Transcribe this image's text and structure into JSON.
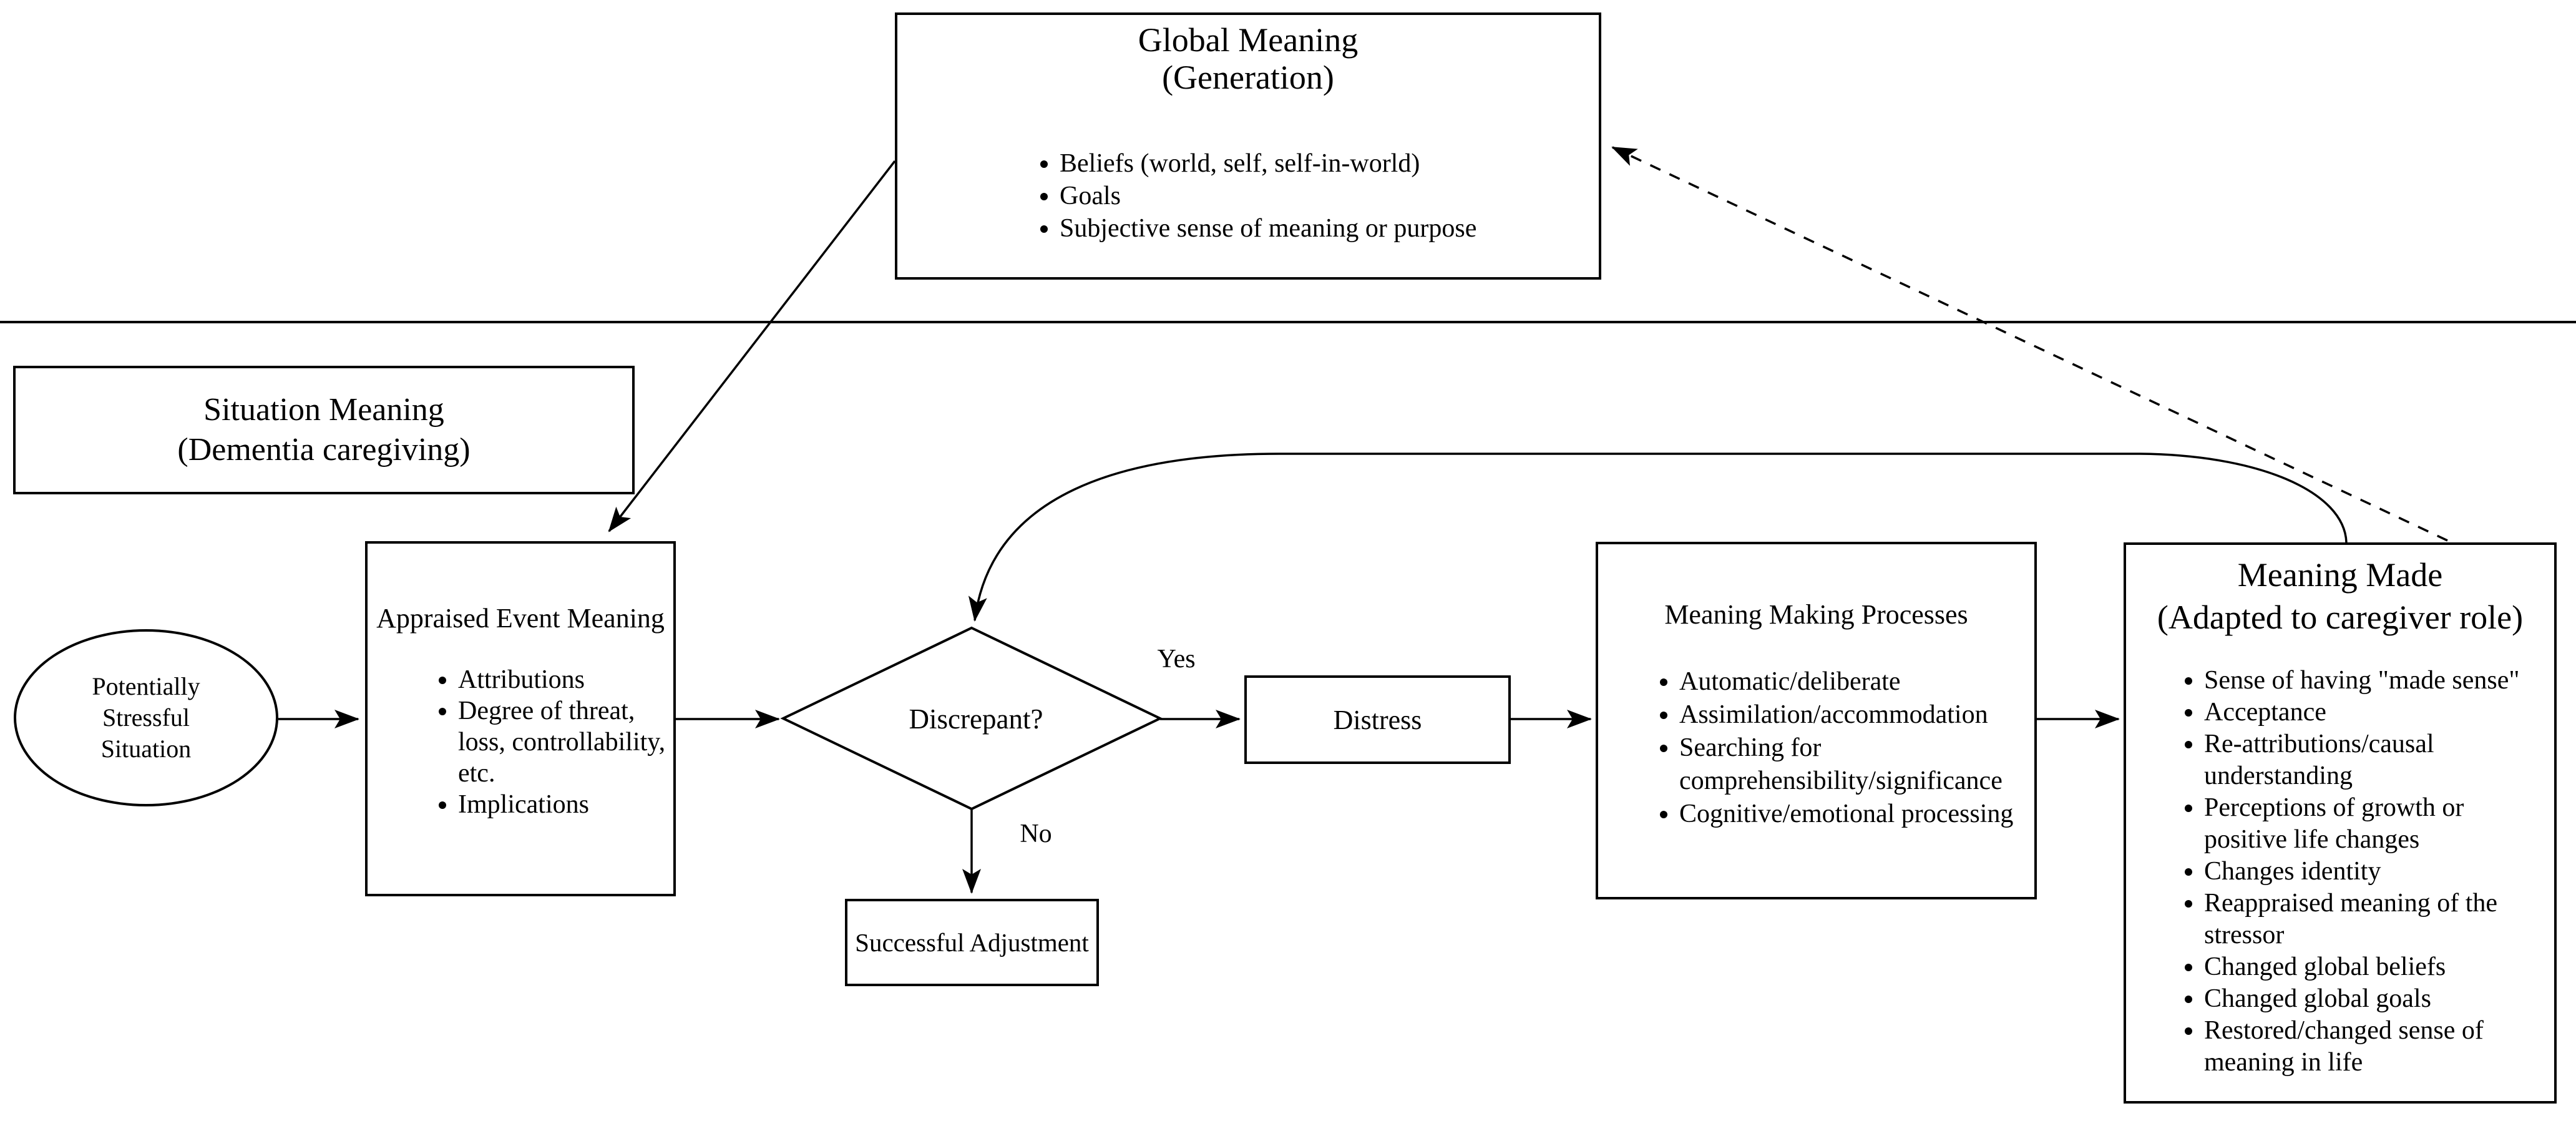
{
  "canvas": {
    "background_color": "#ffffff",
    "line_color": "#000000"
  },
  "nodes": {
    "global_meaning": {
      "title_line1": "Global Meaning",
      "title_line2": "(Generation)",
      "bullets": [
        "Beliefs (world, self, self-in-world)",
        "Goals",
        "Subjective sense of meaning or purpose"
      ]
    },
    "situation_meaning": {
      "title_line1": "Situation Meaning",
      "title_line2": "(Dementia caregiving)"
    },
    "potentially_stressful_situation": {
      "line1": "Potentially",
      "line2": "Stressful",
      "line3": "Situation"
    },
    "appraised_event_meaning": {
      "title": "Appraised Event Meaning",
      "bullets": [
        "Attributions",
        "Degree of threat, loss, controllability, etc.",
        "Implications"
      ]
    },
    "discrepant": {
      "label": "Discrepant?"
    },
    "distress": {
      "label": "Distress"
    },
    "successful_adjustment": {
      "label": "Successful Adjustment"
    },
    "meaning_making_processes": {
      "title": "Meaning Making Processes",
      "bullets": [
        "Automatic/deliberate",
        "Assimilation/accommodation",
        "Searching for comprehensibility/significance",
        "Cognitive/emotional processing"
      ]
    },
    "meaning_made": {
      "title_line1": "Meaning Made",
      "title_line2": "(Adapted to caregiver role)",
      "bullets": [
        "Sense of having \"made sense\"",
        "Acceptance",
        "Re-attributions/causal understanding",
        "Perceptions of growth or positive life changes",
        "Changes identity",
        "Reappraised meaning of the stressor",
        "Changed global beliefs",
        "Changed global goals",
        "Restored/changed sense of meaning in life"
      ]
    }
  },
  "edges": {
    "yes_label": "Yes",
    "no_label": "No"
  }
}
